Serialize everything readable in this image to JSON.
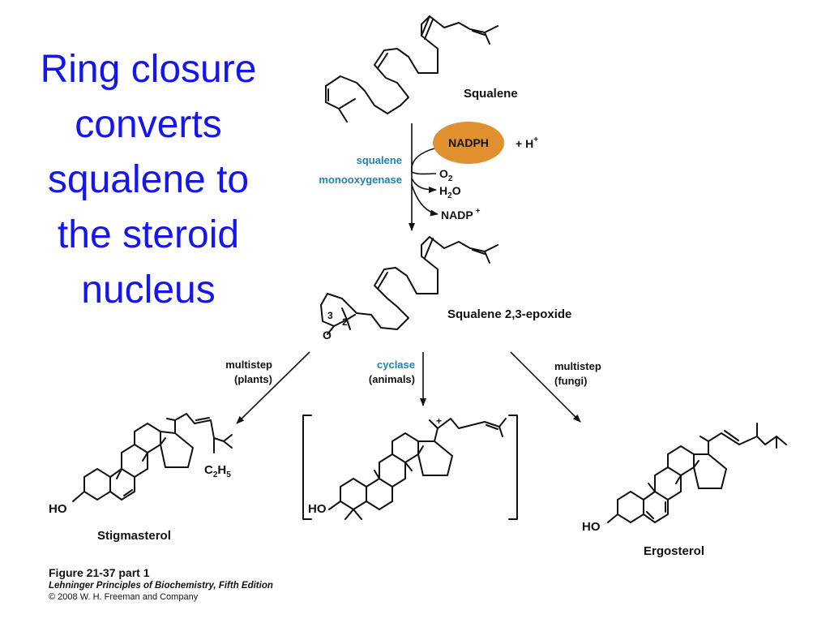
{
  "title": {
    "lines": [
      "Ring closure",
      "converts",
      "squalene to",
      "the steroid",
      "nucleus"
    ]
  },
  "reaction": {
    "squalene": "Squalene",
    "enzyme_line1": "squalene",
    "enzyme_line2": "monooxygenase",
    "nadph": "NADPH",
    "h_plus": "+ H",
    "plus_sup": "+",
    "o2": "O",
    "o2_sub": "2",
    "h2o_h": "H",
    "h2o_sub": "2",
    "h2o_o": "O",
    "nadp": "NADP",
    "epoxide": "Squalene 2,3-epoxide",
    "pos3": "3",
    "pos2": "2",
    "epox_o": "O"
  },
  "branches": {
    "left_line1": "multistep",
    "left_line2": "(plants)",
    "center_line1": "cyclase",
    "center_line2": "(animals)",
    "right_line1": "multistep",
    "right_line2": "(fungi)"
  },
  "products": {
    "stigmasterol": "Stigmasterol",
    "ergosterol": "Ergosterol",
    "ho": "HO",
    "c2h5_c": "C",
    "c2h5_2": "2",
    "c2h5_h": "H",
    "c2h5_5": "5",
    "cation_plus": "+"
  },
  "caption": {
    "figure": "Figure 21-37 part 1",
    "book": "Lehninger Principles of Biochemistry, Fifth Edition",
    "copyright": "© 2008 W. H. Freeman and Company"
  },
  "colors": {
    "title": "#1515ee",
    "enzyme": "#1e82b4",
    "nadph_fill": "#e0902e"
  }
}
